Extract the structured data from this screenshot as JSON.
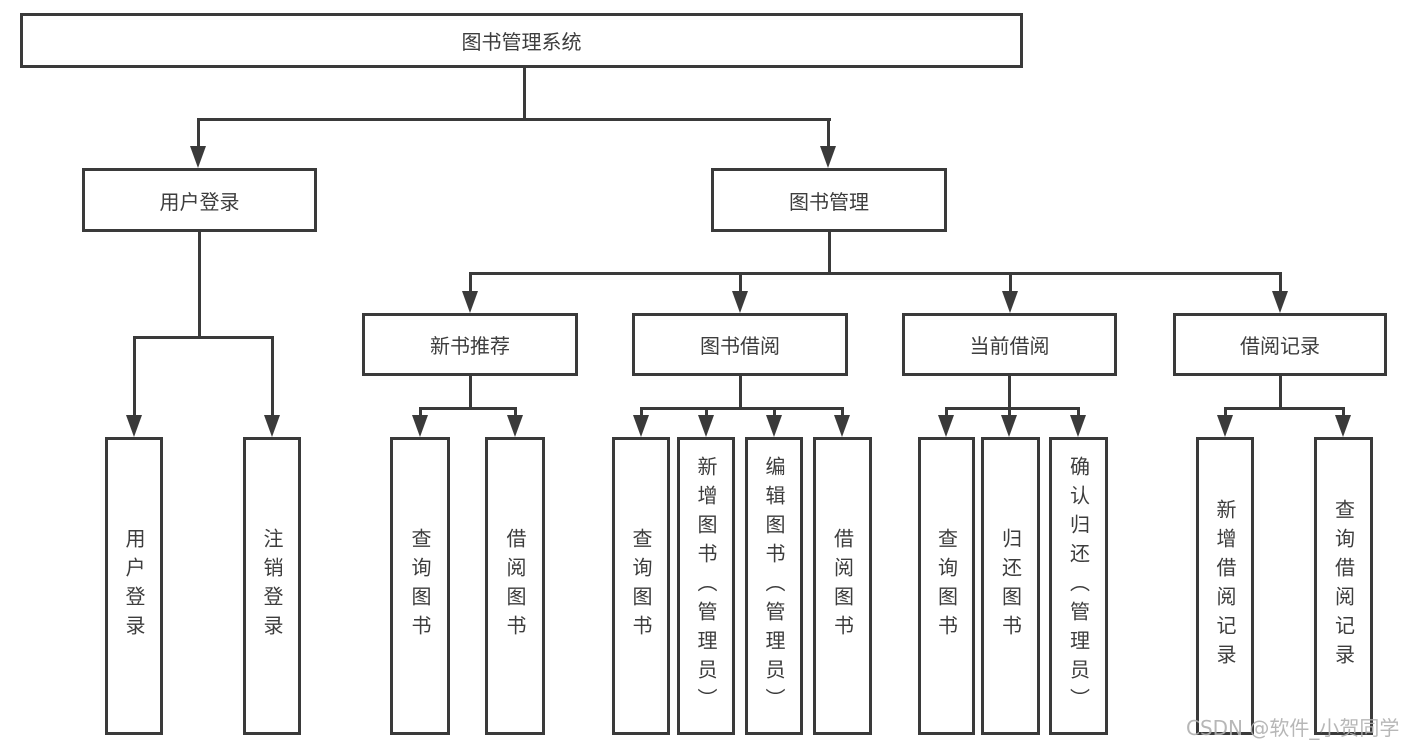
{
  "diagram": {
    "root": {
      "label": "图书管理系统"
    },
    "user_login_branch": {
      "label": "用户登录",
      "children": {
        "login": "用户登录",
        "logout": "注销登录"
      }
    },
    "book_mgmt_branch": {
      "label": "图书管理",
      "sections": {
        "new_books": {
          "label": "新书推荐",
          "children": {
            "search": "查询图书",
            "borrow": "借阅图书"
          }
        },
        "borrowing": {
          "label": "图书借阅",
          "children": {
            "search": "查询图书",
            "add": "新增图书（管理员）",
            "edit": "编辑图书（管理员）",
            "borrow": "借阅图书"
          }
        },
        "current": {
          "label": "当前借阅",
          "children": {
            "search": "查询图书",
            "return": "归还图书",
            "confirm": "确认归还（管理员）"
          }
        },
        "records": {
          "label": "借阅记录",
          "children": {
            "add": "新增借阅记录",
            "search": "查询借阅记录"
          }
        }
      }
    },
    "watermark": "CSDN @软件_小贺同学"
  },
  "colors": {
    "line": "#3a3a3a",
    "text": "#3d3d3d",
    "watermark": "#b0b0b0",
    "background": "#ffffff"
  }
}
